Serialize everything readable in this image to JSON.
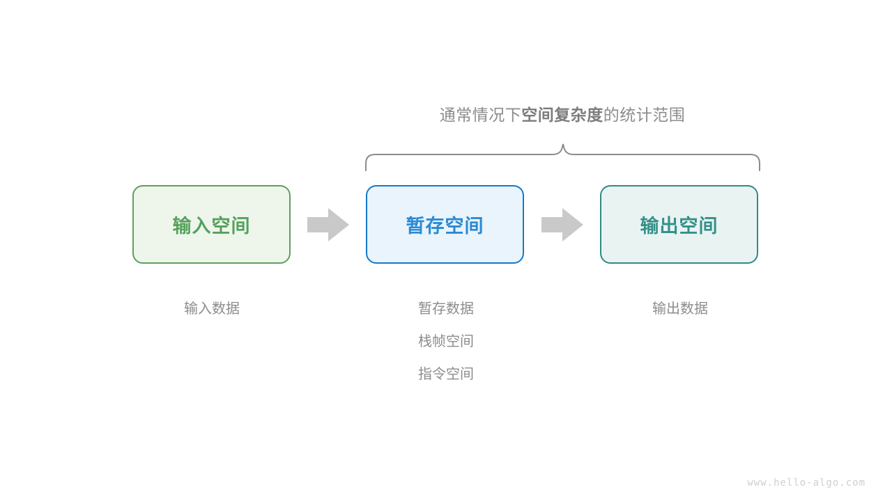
{
  "diagram": {
    "scope_caption": {
      "prefix": "通常情况下",
      "emphasis": "空间复杂度",
      "suffix": "的统计范围"
    },
    "brace": {
      "name": "curly-brace",
      "color": "#8c8c8c"
    },
    "stages": [
      {
        "id": "input",
        "label": "输入空间",
        "fill": "#eef6ec",
        "border": "#5f9e5d",
        "text_color": "#55a15c",
        "notes": [
          "输入数据"
        ]
      },
      {
        "id": "buffer",
        "label": "暂存空间",
        "fill": "#e9f4fc",
        "border": "#1579c8",
        "text_color": "#2a8ad4",
        "notes": [
          "暂存数据",
          "栈帧空间",
          "指令空间"
        ]
      },
      {
        "id": "output",
        "label": "输出空间",
        "fill": "#e9f4f2",
        "border": "#2f8a85",
        "text_color": "#35908a",
        "notes": [
          "输出数据"
        ]
      }
    ],
    "arrows": [
      {
        "name": "arrow-input-to-buffer",
        "color": "#c9c9c9"
      },
      {
        "name": "arrow-buffer-to-output",
        "color": "#c9c9c9"
      }
    ],
    "watermark": "www.hello-algo.com"
  }
}
